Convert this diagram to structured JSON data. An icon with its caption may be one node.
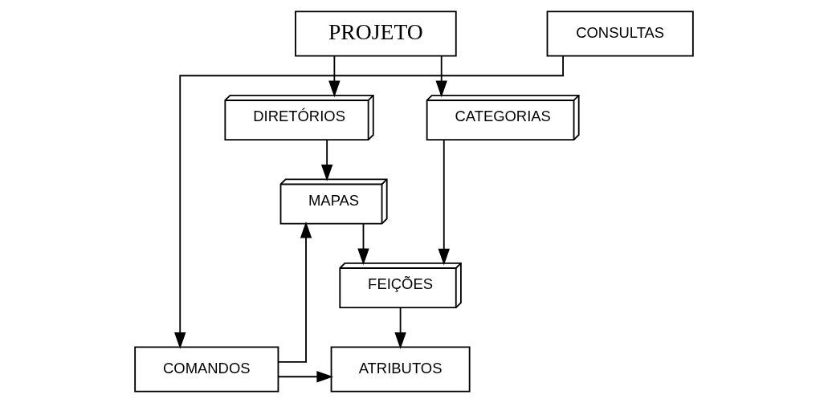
{
  "diagram": {
    "nodes": [
      {
        "text": [
          "PROJETO"
        ]
      },
      {
        "text": [
          "DIRETÓRIOS"
        ]
      },
      {
        "text": [
          "CATEGORIAS"
        ]
      },
      {
        "text": [
          "MAPAS"
        ]
      },
      {
        "text": [
          "FEIÇÕES"
        ]
      },
      {
        "text": [
          "COMANDOS"
        ]
      },
      {
        "text": [
          "ATRIBUTOS"
        ]
      },
      {
        "text": [
          "CONSULTAS"
        ]
      }
    ],
    "edges": [
      {
        "from": 0,
        "to": 1,
        "arrow": "to"
      },
      {
        "from": 0,
        "to": 2,
        "arrow": "to"
      },
      {
        "from": 1,
        "to": 3,
        "arrow": "to"
      },
      {
        "from": 2,
        "to": 4,
        "arrow": "to"
      },
      {
        "from": 3,
        "to": 4,
        "arrow": "to"
      },
      {
        "from": 4,
        "to": 6,
        "arrow": "to"
      },
      {
        "from": 5,
        "to": 3,
        "arrow": "to"
      },
      {
        "from": 5,
        "to": 6,
        "arrow": "to"
      },
      {
        "from": 7,
        "to": 5,
        "arrow": "to"
      }
    ]
  }
}
